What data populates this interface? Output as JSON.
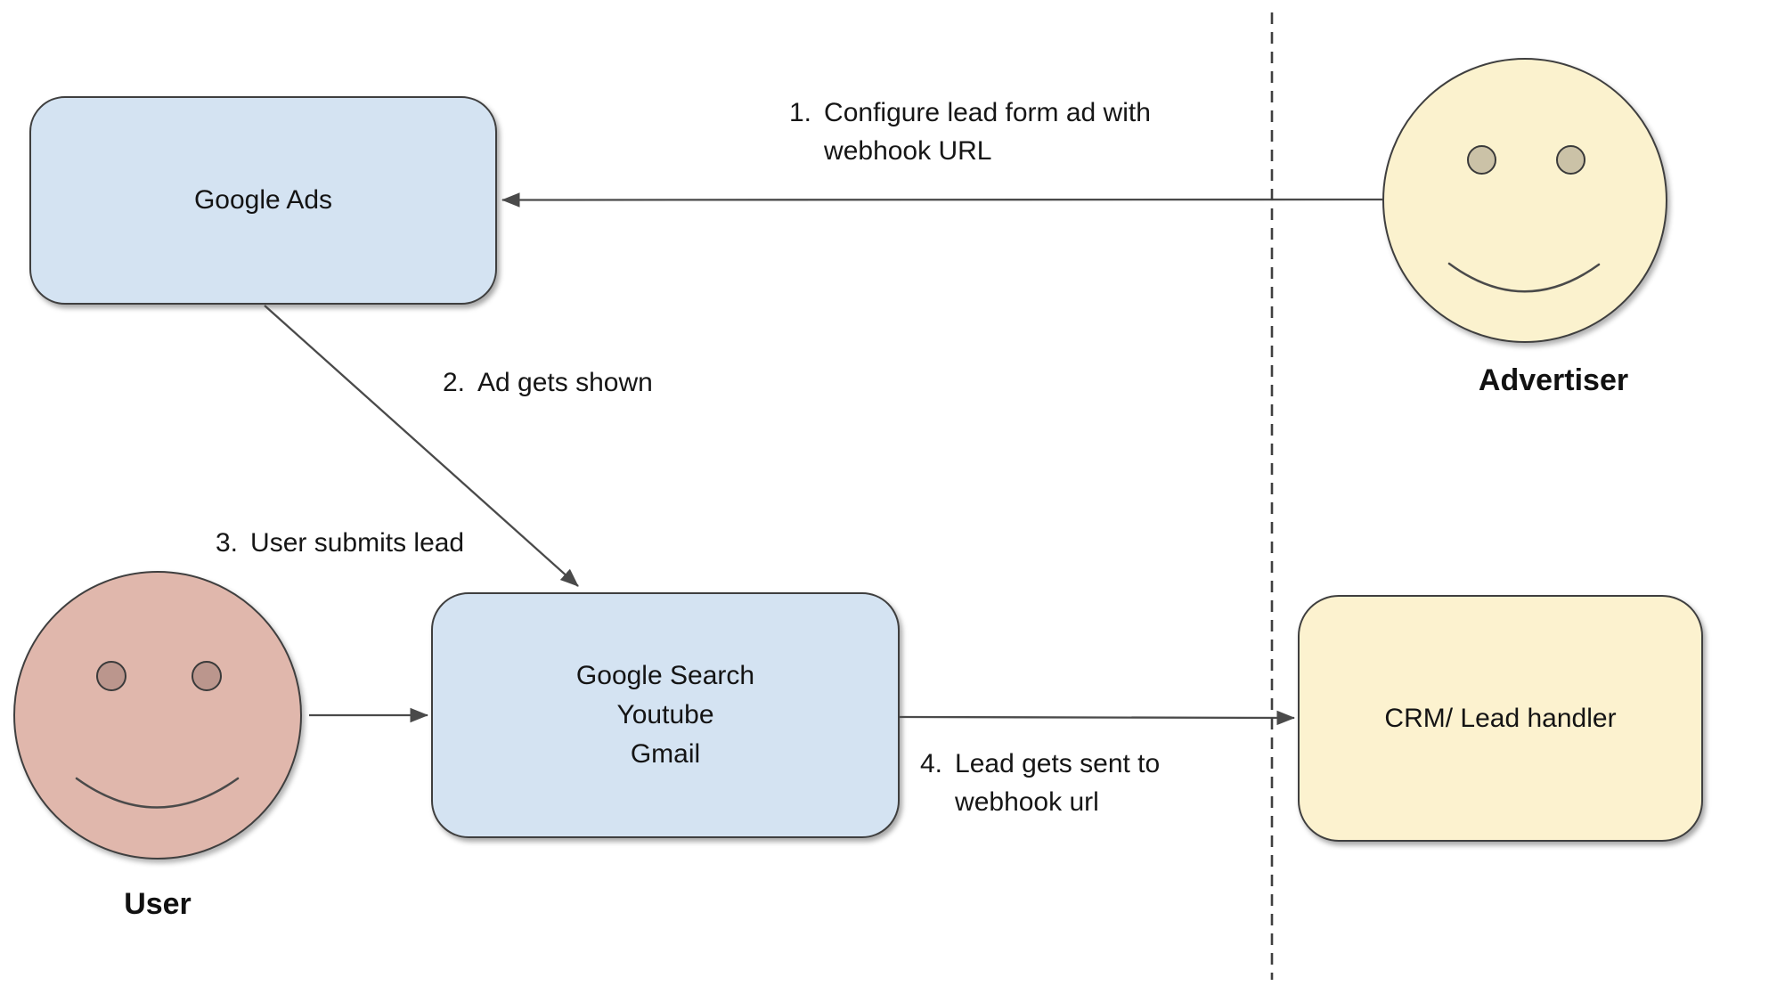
{
  "diagram": {
    "type": "flow-diagram",
    "description_visible": false
  },
  "nodes": {
    "google_ads": {
      "label": "Google Ads",
      "shape": "rounded-rect",
      "fill": "#d4e3f2"
    },
    "channels": {
      "label": "Google Search\nYoutube\nGmail",
      "shape": "rounded-rect",
      "fill": "#d4e3f2"
    },
    "crm": {
      "label": "CRM/ Lead handler",
      "shape": "rounded-rect",
      "fill": "#fcf2cf"
    },
    "advertiser": {
      "label": "Advertiser",
      "shape": "smiley-face",
      "fill": "#fbf2ce",
      "eye_fill": "#cbc2a7"
    },
    "user": {
      "label": "User",
      "shape": "smiley-face",
      "fill": "#e0b7ac",
      "eye_fill": "#bb968d"
    }
  },
  "annotations": [
    {
      "number": "1.",
      "text": "Configure lead form ad with\nwebhook URL"
    },
    {
      "number": "2.",
      "text": "Ad gets shown"
    },
    {
      "number": "3.",
      "text": "User submits lead"
    },
    {
      "number": "4.",
      "text": "Lead gets sent to\nwebhook url"
    }
  ],
  "edges": [
    {
      "step": "1",
      "from": "Advertiser",
      "to": "Google Ads",
      "label": "Configure lead form ad with webhook URL"
    },
    {
      "step": "2",
      "from": "Google Ads",
      "to": "Google Search / Youtube / Gmail",
      "label": "Ad gets shown"
    },
    {
      "step": "3",
      "from": "User",
      "to": "Google Search / Youtube / Gmail",
      "label": "User submits lead"
    },
    {
      "step": "4",
      "from": "Google Search / Youtube / Gmail",
      "to": "CRM/ Lead handler",
      "label": "Lead gets sent to webhook url"
    }
  ],
  "separator": {
    "style": "dashed-vertical-line",
    "color": "#3f3f3f"
  },
  "colors": {
    "background": "#ffffff",
    "node_blue": "#d4e3f2",
    "node_yellow": "#fcf2cf",
    "face_advertiser": "#fbf2ce",
    "face_user": "#e0b7ac",
    "eye_advertiser": "#cbc2a7",
    "eye_user": "#bb968d",
    "stroke": "#3f3f3f",
    "arrow": "#4a4a4a",
    "text": "#161616"
  }
}
